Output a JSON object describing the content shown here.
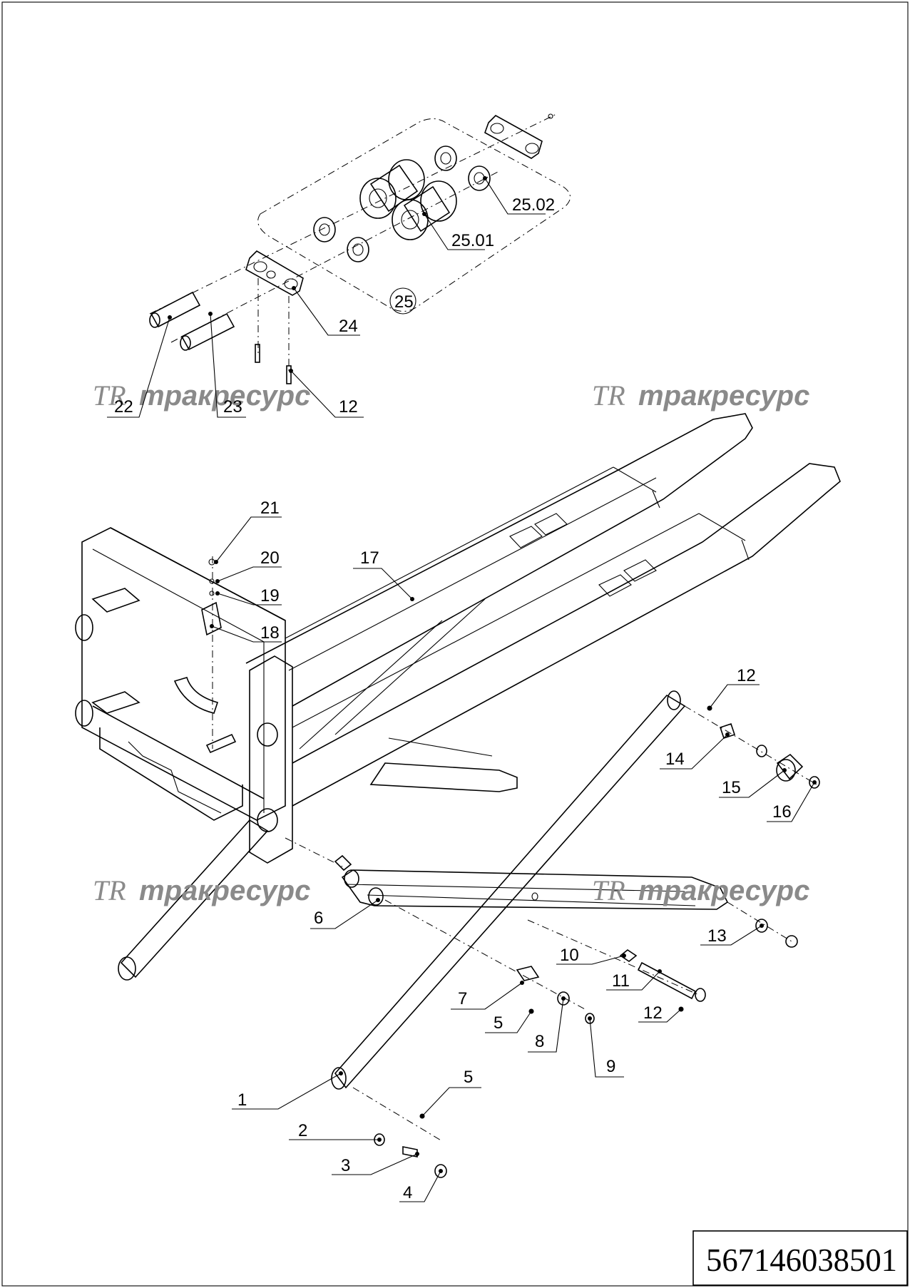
{
  "document": {
    "number": "567146038501"
  },
  "watermark": {
    "text": "тракресурс"
  },
  "callouts": [
    {
      "label": "25.02"
    },
    {
      "label": "25.01"
    },
    {
      "label": "25"
    },
    {
      "label": "24"
    },
    {
      "label": "22"
    },
    {
      "label": "23"
    },
    {
      "label": "12"
    },
    {
      "label": "21"
    },
    {
      "label": "20"
    },
    {
      "label": "19"
    },
    {
      "label": "18"
    },
    {
      "label": "17"
    },
    {
      "label": "12"
    },
    {
      "label": "14"
    },
    {
      "label": "15"
    },
    {
      "label": "16"
    },
    {
      "label": "6"
    },
    {
      "label": "13"
    },
    {
      "label": "10"
    },
    {
      "label": "11"
    },
    {
      "label": "7"
    },
    {
      "label": "5"
    },
    {
      "label": "12"
    },
    {
      "label": "8"
    },
    {
      "label": "9"
    },
    {
      "label": "5"
    },
    {
      "label": "1"
    },
    {
      "label": "2"
    },
    {
      "label": "3"
    },
    {
      "label": "4"
    }
  ],
  "colors": {
    "line": "#000000",
    "watermark": "#8a8a8a",
    "background": "#ffffff"
  }
}
